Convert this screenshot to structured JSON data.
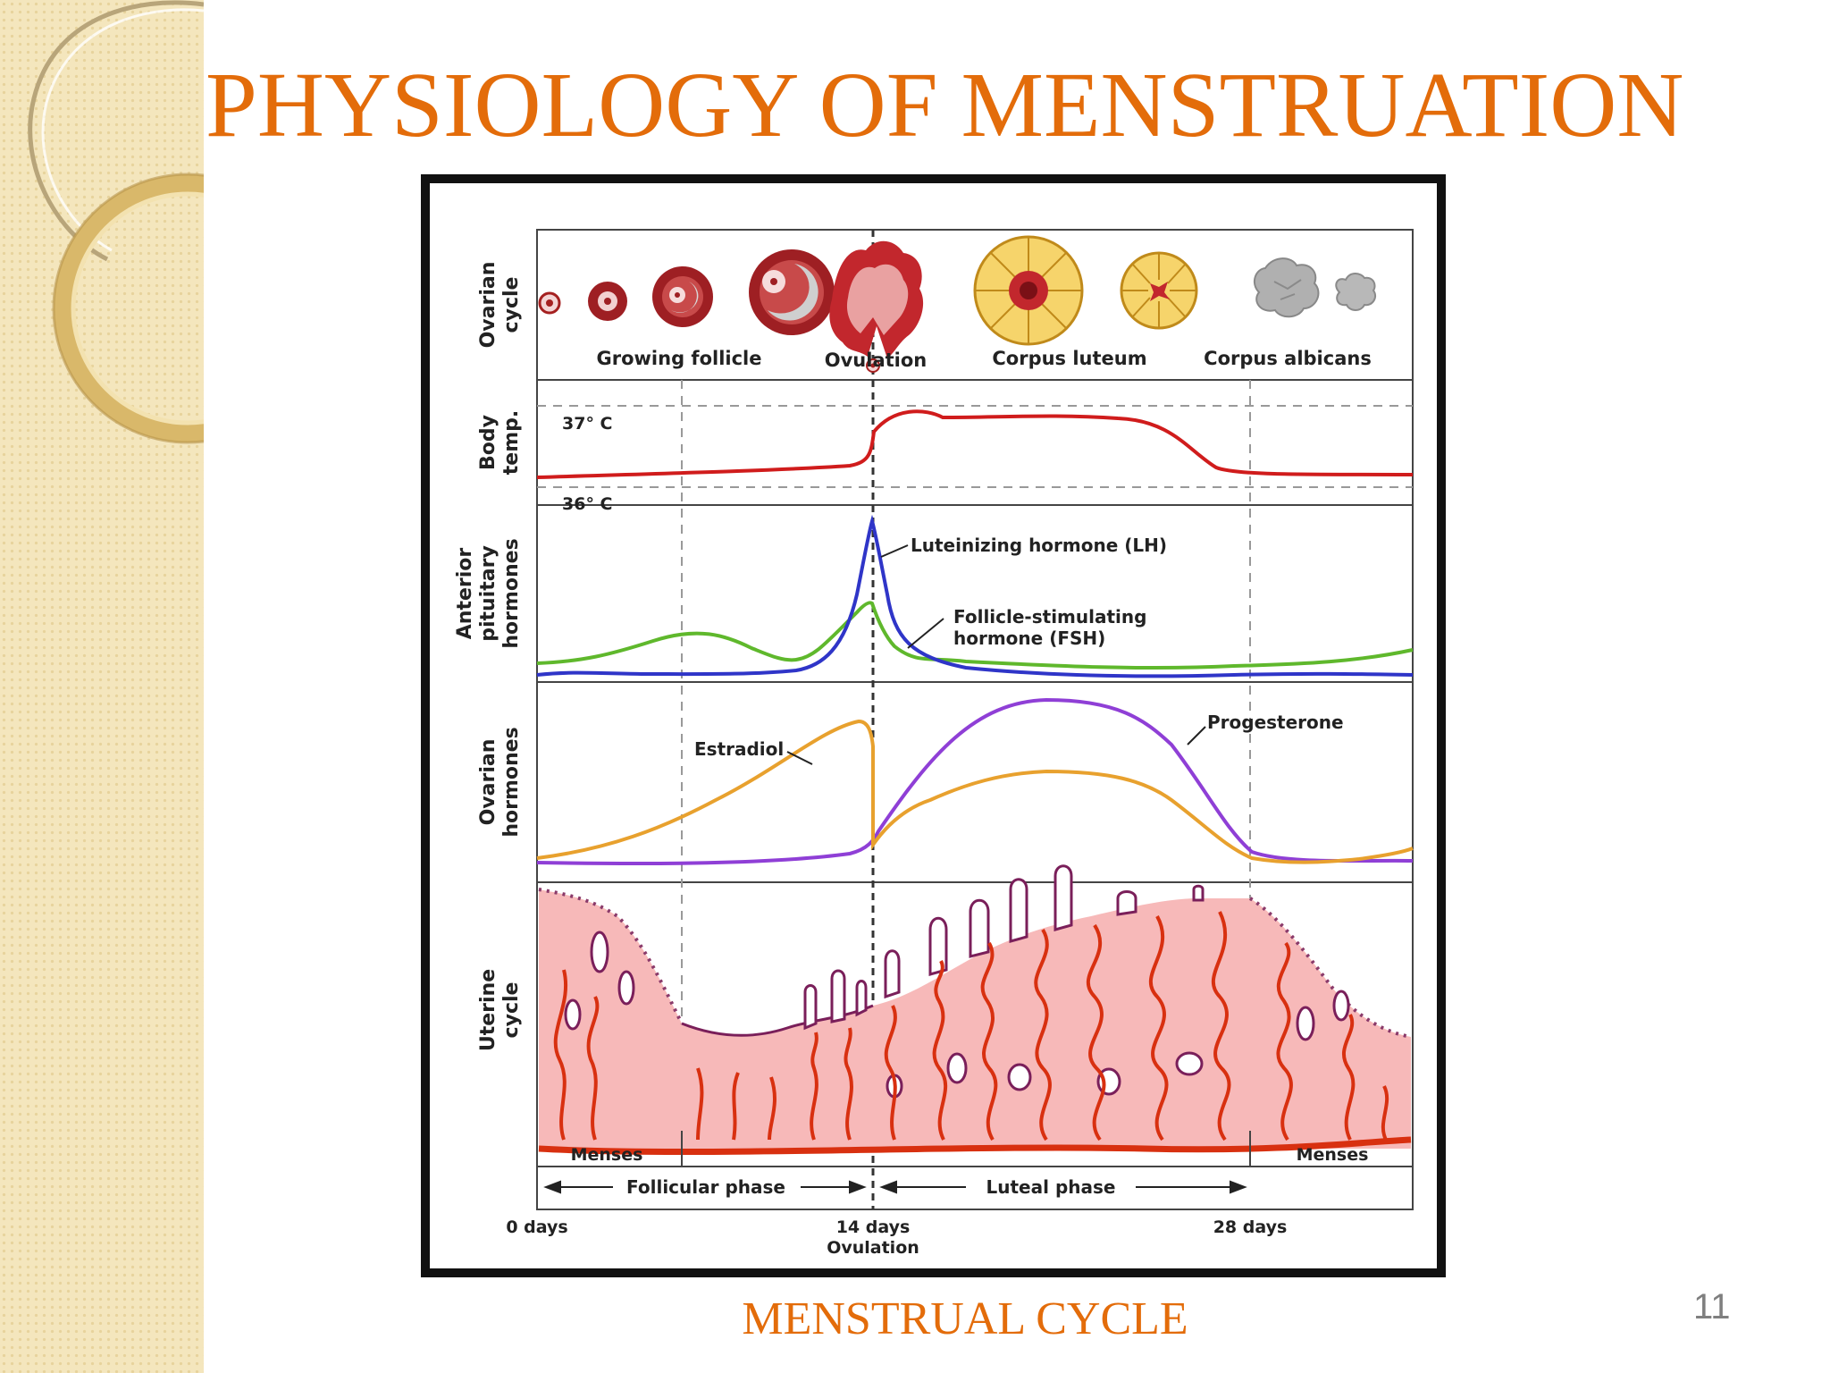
{
  "slide": {
    "title": "PHYSIOLOGY OF MENSTRUATION",
    "caption": "MENSTRUAL CYCLE",
    "page_number": "11",
    "accent_color": "#e36c0a"
  },
  "diagram": {
    "rows": {
      "ovarian_cycle": {
        "line1": "Ovarian",
        "line2": "cycle"
      },
      "body_temp": {
        "line1": "Body",
        "line2": "temp."
      },
      "pituitary": {
        "line1": "Anterior",
        "line2": "pituitary",
        "line3": "hormones"
      },
      "ovarian_hormones": {
        "line1": "Ovarian",
        "line2": "hormones"
      },
      "uterine_cycle": {
        "line1": "Uterine",
        "line2": "cycle"
      }
    },
    "ovarian_labels": {
      "growing_follicle": "Growing follicle",
      "ovulation": "Ovulation",
      "corpus_luteum": "Corpus luteum",
      "corpus_albicans": "Corpus albicans"
    },
    "temperature": {
      "high": "37° C",
      "low": "36° C"
    },
    "hormones": {
      "lh": "Luteinizing hormone (LH)",
      "fsh_line1": "Follicle-stimulating",
      "fsh_line2": "hormone (FSH)",
      "estradiol": "Estradiol",
      "progesterone": "Progesterone"
    },
    "phases": {
      "menses_left": "Menses",
      "menses_right": "Menses",
      "follicular": "Follicular phase",
      "luteal": "Luteal phase"
    },
    "days": {
      "start": "0 days",
      "mid_line1": "14 days",
      "mid_line2": "Ovulation",
      "end": "28 days"
    },
    "colors": {
      "body_temp": "#d01c1c",
      "lh": "#2f35c8",
      "fsh": "#5fb82c",
      "estradiol": "#e8a12e",
      "progesterone": "#8f3fd6",
      "endometrium": "#f7b9b9",
      "vessels": "#d83010"
    }
  }
}
